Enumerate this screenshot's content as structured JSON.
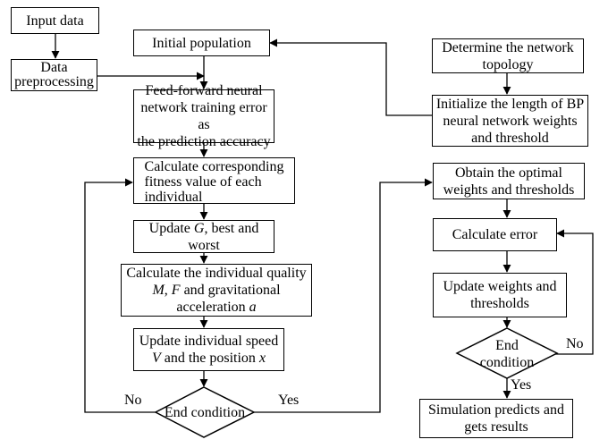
{
  "left": {
    "input_data": "Input data",
    "data_preprocessing_1": "Data",
    "data_preprocessing_2": "preprocessing"
  },
  "center": {
    "initial_population": "Initial population",
    "feedforward_error_1": "Feed-forward neural",
    "feedforward_error_2": "network training error as",
    "feedforward_error_3": "the prediction accuracy",
    "calc_fitness_1": "Calculate corresponding",
    "calc_fitness_2": "fitness value of each",
    "calc_fitness_3": "individual",
    "update_g_prefix": "Update ",
    "update_g_var": "G",
    "update_g_suffix": ", best and worst",
    "calc_quality_1": "Calculate the individual quality",
    "calc_quality_m": "M",
    "calc_quality_comma": ", ",
    "calc_quality_f": "F",
    "calc_quality_rest": " and gravitational",
    "calc_quality_accel": "acceleration ",
    "calc_quality_a": "a",
    "update_speed_1": "Update individual speed",
    "update_speed_v": "V",
    "update_speed_mid": " and the position ",
    "update_speed_x": "x",
    "end_condition": "End condition",
    "no_label": "No",
    "yes_label": "Yes"
  },
  "right": {
    "determine_topology_1": "Determine the network",
    "determine_topology_2": "topology",
    "init_length_1": "Initialize the length of BP",
    "init_length_2": "neural network weights",
    "init_length_3": "and threshold",
    "obtain_optimal_1": "Obtain the optimal",
    "obtain_optimal_2": "weights and thresholds",
    "calculate_error": "Calculate error",
    "update_weights_1": "Update weights and",
    "update_weights_2": "thresholds",
    "end_condition_1": "End",
    "end_condition_2": "condition",
    "no_label": "No",
    "yes_label": "Yes",
    "simulation_1": "Simulation predicts and",
    "simulation_2": "gets results"
  }
}
